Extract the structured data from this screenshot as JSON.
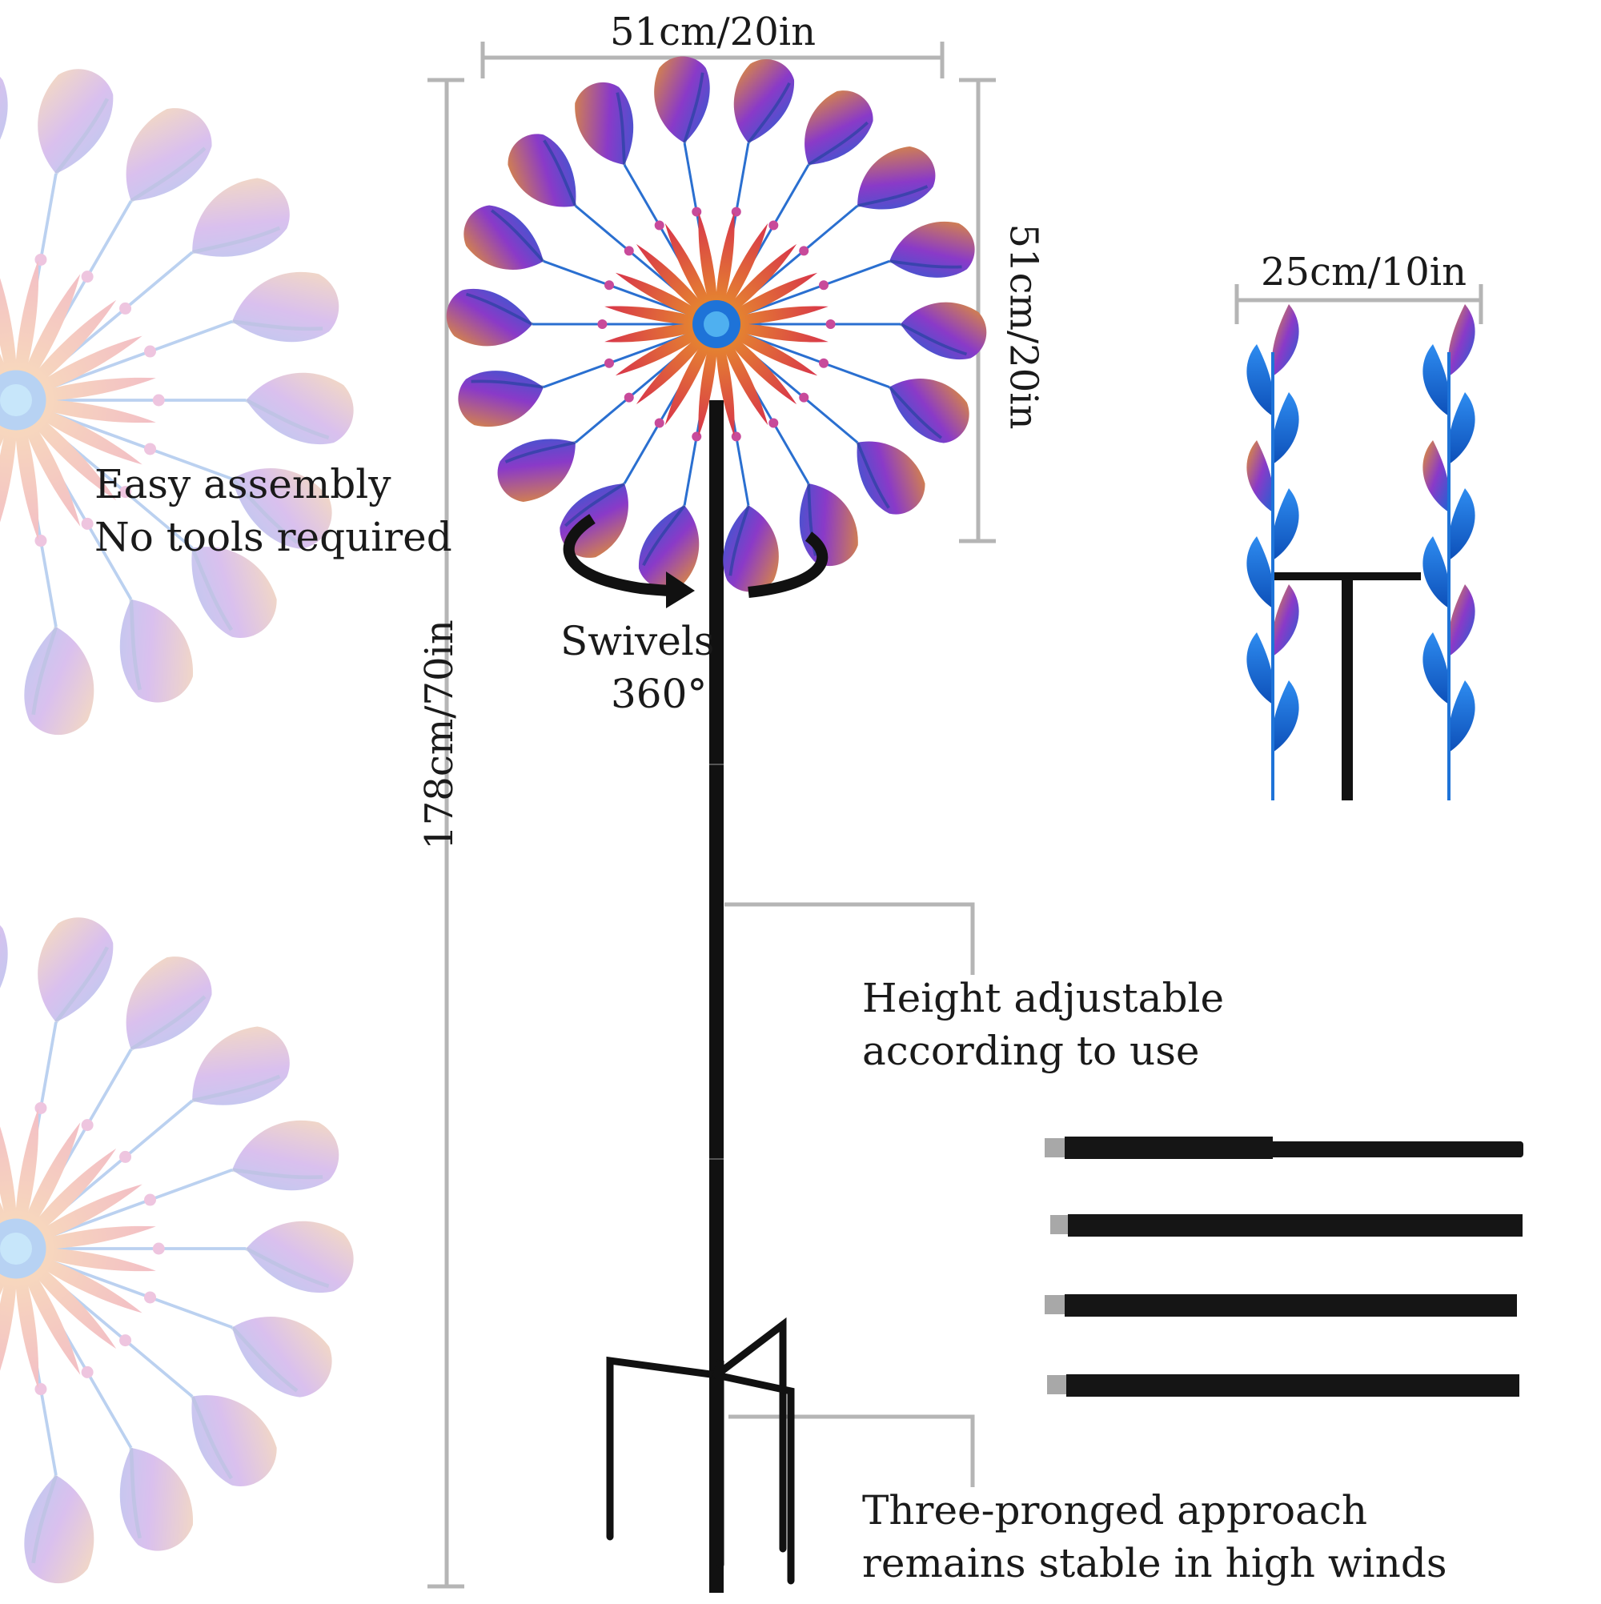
{
  "dimensions": {
    "top_width": "51cm/20in",
    "head_height": "51cm/20in",
    "total_height": "178cm/70in",
    "side_width": "25cm/10in"
  },
  "features": {
    "assembly_line1": "Easy assembly",
    "assembly_line2": "No tools required",
    "swivel_line1": "Swivels",
    "swivel_line2": "360°",
    "height_line1": "Height adjustable",
    "height_line2": "according to use",
    "stake_line1": "Three-pronged approach",
    "stake_line2": "remains stable in high winds"
  },
  "colors": {
    "petal_blue": "#1e73d8",
    "petal_purple": "#7a2fc0",
    "petal_orange": "#e8962a",
    "petal_red": "#d8354a",
    "pole": "#111111",
    "dimension_line": "#b5b5b5"
  }
}
